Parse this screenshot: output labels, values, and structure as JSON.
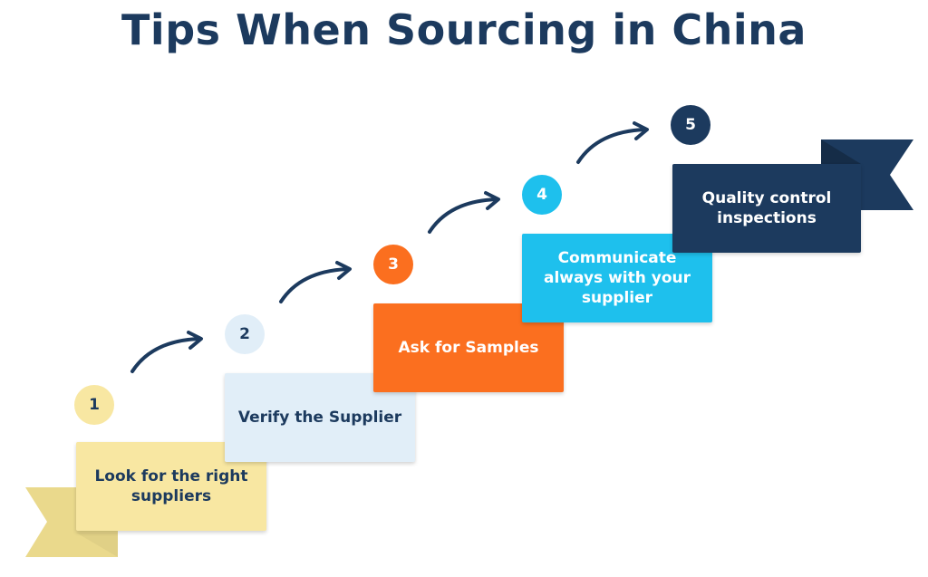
{
  "title": "Tips When Sourcing in China",
  "steps": [
    {
      "number": "1",
      "label": "Look for the right suppliers"
    },
    {
      "number": "2",
      "label": "Verify the Supplier"
    },
    {
      "number": "3",
      "label": "Ask for Samples"
    },
    {
      "number": "4",
      "label": "Communicate always with your supplier"
    },
    {
      "number": "5",
      "label": "Quality control inspections"
    }
  ],
  "colors": {
    "title": "#1c3a5e",
    "arrow": "#1c3a5e",
    "step1": "#f8e7a2",
    "step1_text": "#1c3a5e",
    "step1_fold": "#e0d086",
    "step2": "#e1eef8",
    "step2_text": "#1c3a5e",
    "step2_fold": "#b9cbd8",
    "step3": "#fb6f1f",
    "step3_text": "#ffffff",
    "step3_fold": "#c24b12",
    "step4": "#1ec0ed",
    "step4_text": "#ffffff",
    "step4_fold": "#1392b6",
    "step5": "#1c3a5e",
    "step5_text": "#ffffff",
    "step5_fold": "#152c47",
    "ribbon_left": "#ead98c",
    "ribbon_right": "#1c3a5e"
  }
}
